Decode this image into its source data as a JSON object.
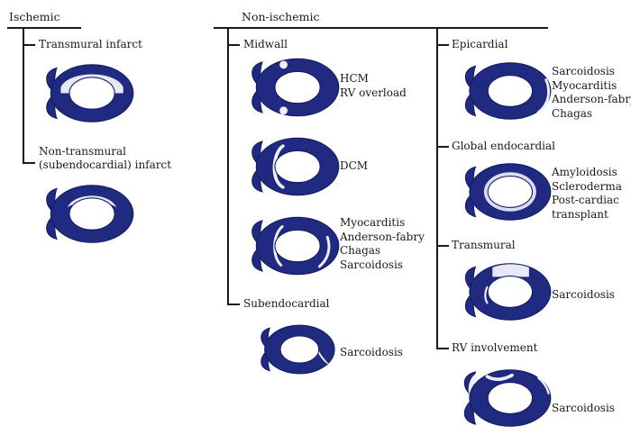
{
  "colors": {
    "myocardium": "#1f2a80",
    "enhancement": "#eef0fb",
    "lines": "#1a1a1a"
  },
  "ischemic": {
    "header": "Ischemic",
    "categories": [
      {
        "label": "Transmural infarct"
      },
      {
        "label_lines": [
          "Non-transmural",
          "(subendocardial) infarct"
        ]
      }
    ]
  },
  "non_ischemic": {
    "header": "Non-ischemic",
    "categories": [
      {
        "label": "Midwall",
        "diagrams": [
          {
            "diseases": [
              "HCM",
              "RV overload"
            ]
          },
          {
            "diseases": [
              "DCM"
            ]
          },
          {
            "diseases": [
              "Myocarditis",
              "Anderson-fabry",
              "Chagas",
              "Sarcoidosis"
            ]
          }
        ]
      },
      {
        "label": "Subendocardial",
        "diagrams": [
          {
            "diseases": [
              "Sarcoidosis"
            ]
          }
        ]
      },
      {
        "label": "Epicardial",
        "diagrams": [
          {
            "diseases": [
              "Sarcoidosis",
              "Myocarditis",
              "Anderson-fabry",
              "Chagas"
            ]
          }
        ]
      },
      {
        "label": "Global endocardial",
        "diagrams": [
          {
            "diseases": [
              "Amyloidosis",
              "Scleroderma",
              "Post-cardiac",
              "transplant"
            ]
          }
        ]
      },
      {
        "label": "Transmural",
        "diagrams": [
          {
            "diseases": [
              "Sarcoidosis"
            ]
          }
        ]
      },
      {
        "label": "RV involvement",
        "diagrams": [
          {
            "diseases": [
              "Sarcoidosis"
            ]
          }
        ]
      }
    ]
  }
}
